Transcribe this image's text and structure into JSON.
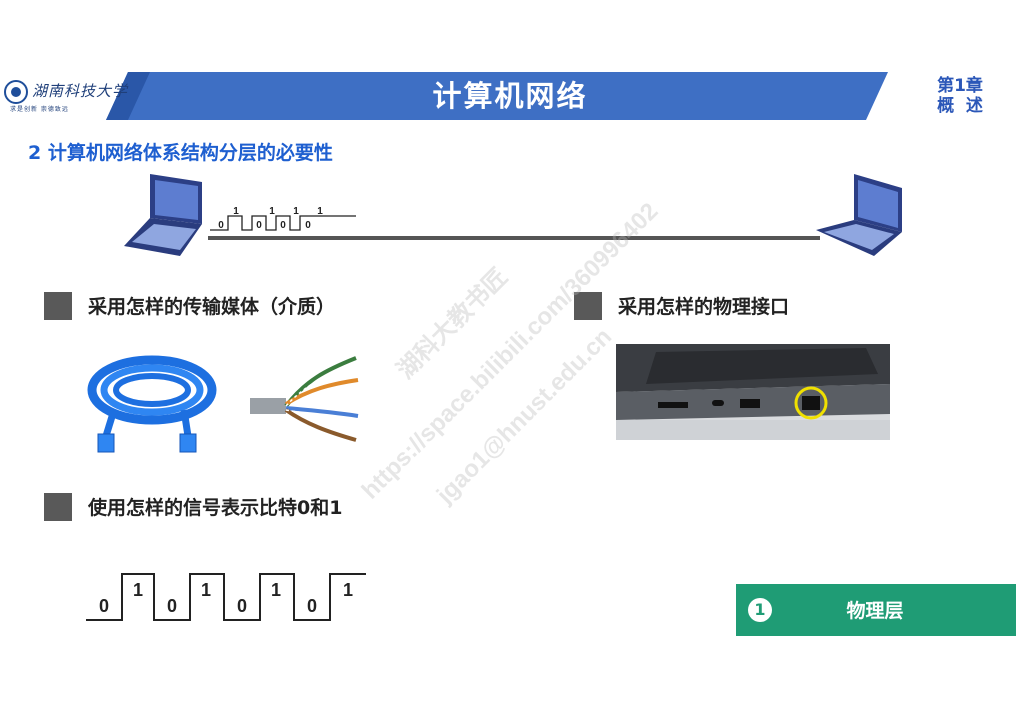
{
  "header": {
    "title": "计算机网络",
    "chapter_line1": "第1章",
    "chapter_line2": "概  述",
    "logo_name": "湖南科技大学",
    "logo_motto": "求是创新  崇德致远"
  },
  "section_heading": "2 计算机网络体系结构分层的必要性",
  "bullets": {
    "medium": "采用怎样的传输媒体（介质）",
    "interface": "采用怎样的物理接口",
    "signal": "使用怎样的信号表示比特0和1"
  },
  "small_bits": [
    "0",
    "1",
    "0",
    "1",
    "0",
    "1",
    "0",
    "1"
  ],
  "big_bits": [
    "0",
    "1",
    "0",
    "1",
    "0",
    "1",
    "0",
    "1"
  ],
  "layer": {
    "number": "1",
    "label": "物理层"
  },
  "watermark": {
    "line1": "湖科大教书匠",
    "line2": "https://space.bilibili.com/360996402",
    "line3": "jgao1@hnust.edu.cn"
  },
  "colors": {
    "header_blue": "#3e6fc4",
    "heading_blue": "#1e5fd0",
    "layer_green": "#1f9c75",
    "bullet_gray": "#595959"
  }
}
